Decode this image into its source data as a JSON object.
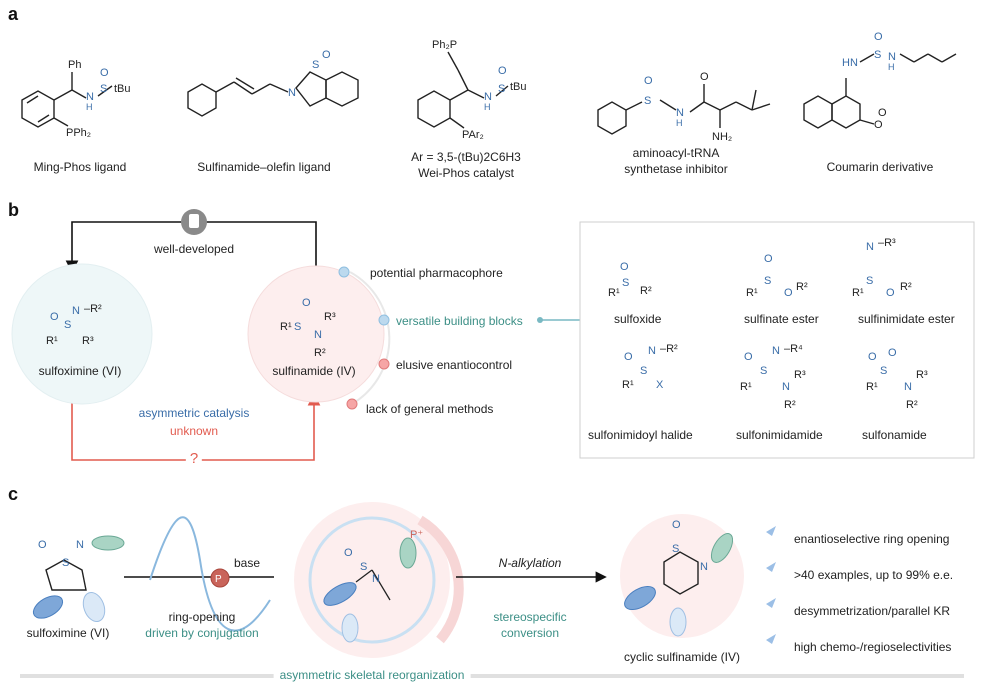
{
  "panels": {
    "a": "a",
    "b": "b",
    "c": "c"
  },
  "panel_a": {
    "ming_phos": "Ming-Phos ligand",
    "sulfinamide_olefin": "Sulfinamide–olefin ligand",
    "wei_phos_ar": "Ar = 3,5-(tBu)2C6H3",
    "wei_phos": "Wei-Phos catalyst",
    "aminoacyl_line1": "aminoacyl-tRNA",
    "aminoacyl_line2": "synthetase inhibitor",
    "coumarin": "Coumarin derivative"
  },
  "panel_b": {
    "well_developed": "well-developed",
    "sulfoximine": "sulfoximine (VI)",
    "sulfinamide": "sulfinamide (IV)",
    "asym_catalysis": "asymmetric catalysis",
    "unknown": "unknown",
    "question": "?",
    "features": [
      "potential pharmacophore",
      "versatile building blocks",
      "elusive enantiocontrol",
      "lack of general methods"
    ],
    "products": [
      "sulfoxide",
      "sulfinate ester",
      "sulfinimidate ester",
      "sulfonimidoyl halide",
      "sulfonimidamide",
      "sulfonamide"
    ]
  },
  "panel_c": {
    "sulfoximine": "sulfoximine (VI)",
    "base": "base",
    "ring_opening": "ring-opening",
    "driven": "driven by conjugation",
    "n_alkylation": "N-alkylation",
    "stereospecific": "stereospecific",
    "conversion": "conversion",
    "cyclic_sulfinamide": "cyclic sulfinamide (IV)",
    "asym_skeletal": "asymmetric skeletal reorganization",
    "bullets": [
      "enantioselective ring opening",
      ">40 examples, up to 99% e.e.",
      "desymmetrization/parallel KR",
      "high chemo-/regioselectivities"
    ]
  },
  "colors": {
    "sulfur_blue": "#3a6da8",
    "accent_red": "#e25b4f",
    "teal": "#3c8f86",
    "blob_blue": "#7ea7d8",
    "blob_green": "#a9d4c4"
  }
}
